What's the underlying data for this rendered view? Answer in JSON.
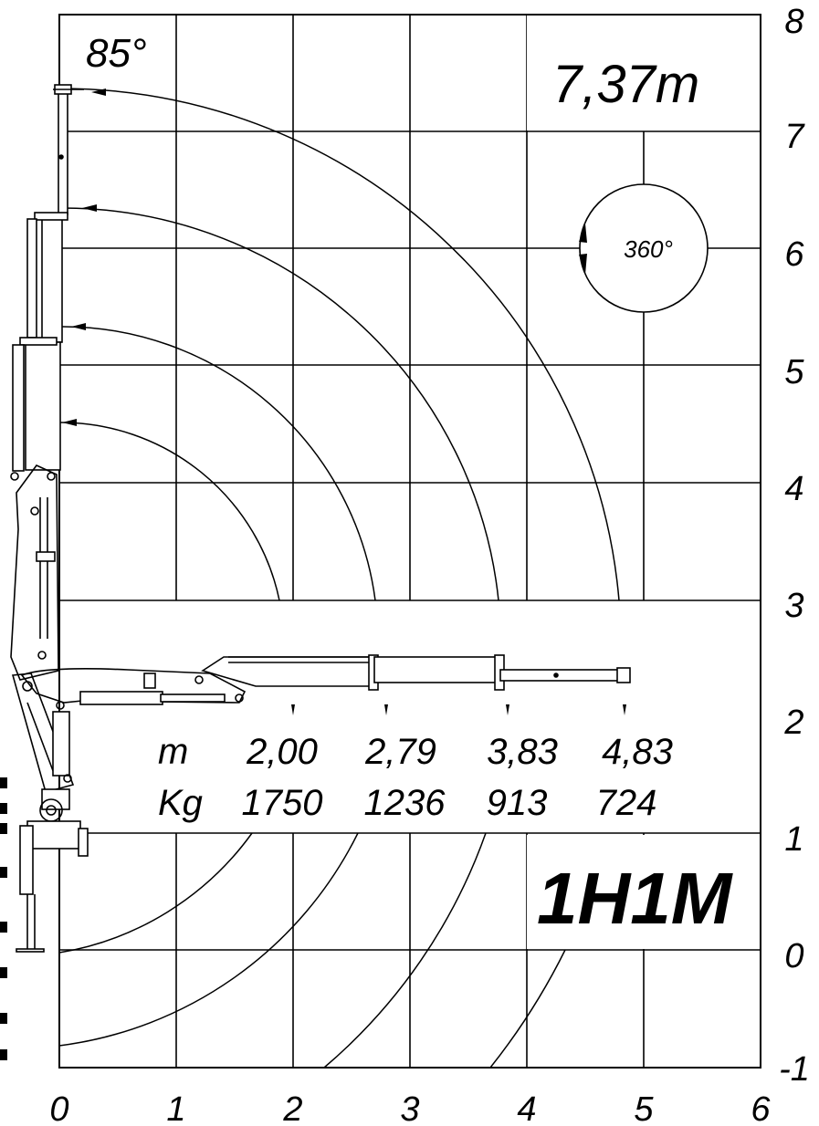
{
  "diagram": {
    "x_ticks": [
      "0",
      "1",
      "2",
      "3",
      "4",
      "5",
      "6"
    ],
    "y_ticks": [
      "8",
      "7",
      "6",
      "5",
      "4",
      "3",
      "2",
      "1",
      "0",
      "-1"
    ],
    "max_angle": "85°",
    "max_height": "7,37m",
    "slew": "360°",
    "model": "1H1M",
    "table": {
      "row1_label": "m",
      "row2_label": "Kg",
      "outreach": [
        "2,00",
        "2,79",
        "3,83",
        "4,83"
      ],
      "capacity": [
        "1750",
        "1236",
        "913",
        "724"
      ]
    }
  }
}
